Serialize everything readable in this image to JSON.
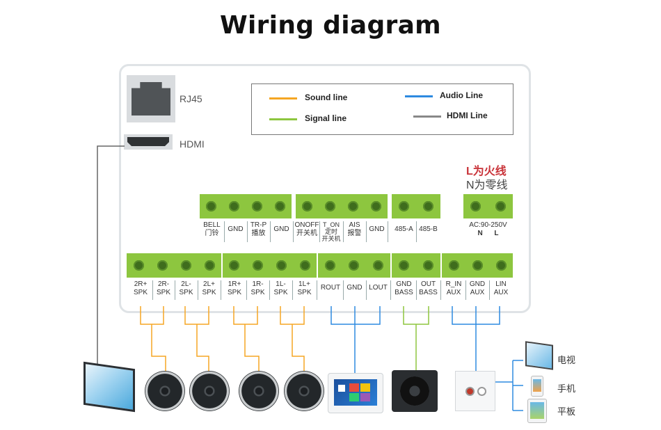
{
  "title": "Wiring diagram",
  "ports": {
    "rj45": "RJ45",
    "hdmi": "HDMI"
  },
  "legend": {
    "sound_line": "Sound line",
    "signal_line": "Signal line",
    "audio_line": "Audio Line",
    "hdmi_line": "HDMI Line",
    "colors": {
      "sound": "#f5a623",
      "signal": "#8dc63f",
      "audio": "#2d8ae0",
      "hdmi": "#888888"
    }
  },
  "power_note": {
    "live": "L为火线",
    "neutral": "N为零线"
  },
  "top_terminals": [
    {
      "id": "bell",
      "l1": "BELL",
      "l2": "门铃"
    },
    {
      "id": "gnd1",
      "l1": "GND",
      "l2": ""
    },
    {
      "id": "trp",
      "l1": "TR-P",
      "l2": "播放"
    },
    {
      "id": "gnd2",
      "l1": "GND",
      "l2": ""
    },
    {
      "id": "onoff",
      "l1": "ONOFF",
      "l2": "开关机"
    },
    {
      "id": "ton",
      "l1": "T_ON",
      "l2": "定时",
      "l3": "开关机"
    },
    {
      "id": "ais",
      "l1": "AIS",
      "l2": "报警"
    },
    {
      "id": "gnd3",
      "l1": "GND",
      "l2": ""
    },
    {
      "id": "a485",
      "l1": "485-A",
      "l2": ""
    },
    {
      "id": "b485",
      "l1": "485-B",
      "l2": ""
    },
    {
      "id": "ac",
      "l1": "AC:90-250V",
      "l2": "N      L"
    }
  ],
  "bottom_terminals": [
    {
      "id": "2rp",
      "l1": "2R+",
      "l2": "SPK"
    },
    {
      "id": "2rm",
      "l1": "2R-",
      "l2": "SPK"
    },
    {
      "id": "2lm",
      "l1": "2L-",
      "l2": "SPK"
    },
    {
      "id": "2lp",
      "l1": "2L+",
      "l2": "SPK"
    },
    {
      "id": "1rp",
      "l1": "1R+",
      "l2": "SPK"
    },
    {
      "id": "1rm",
      "l1": "1R-",
      "l2": "SPK"
    },
    {
      "id": "1lm",
      "l1": "1L-",
      "l2": "SPK"
    },
    {
      "id": "1lp",
      "l1": "1L+",
      "l2": "SPK"
    },
    {
      "id": "rout",
      "l1": "ROUT",
      "l2": ""
    },
    {
      "id": "gnd4",
      "l1": "GND",
      "l2": ""
    },
    {
      "id": "lout",
      "l1": "LOUT",
      "l2": ""
    },
    {
      "id": "gndbass",
      "l1": "GND",
      "l2": "BASS"
    },
    {
      "id": "outbass",
      "l1": "OUT",
      "l2": "BASS"
    },
    {
      "id": "rin",
      "l1": "R_IN",
      "l2": "AUX"
    },
    {
      "id": "gndaux",
      "l1": "GND",
      "l2": "AUX"
    },
    {
      "id": "lin",
      "l1": "LIN",
      "l2": "AUX"
    }
  ],
  "devices": {
    "tv": "电视",
    "phone": "手机",
    "tablet": "平板"
  },
  "icons": [
    "rj45-port-icon",
    "hdmi-port-icon",
    "tv-icon",
    "speaker-icon",
    "control-panel-icon",
    "subwoofer-icon",
    "aux-wall-plate-icon",
    "phone-icon",
    "tablet-icon"
  ]
}
